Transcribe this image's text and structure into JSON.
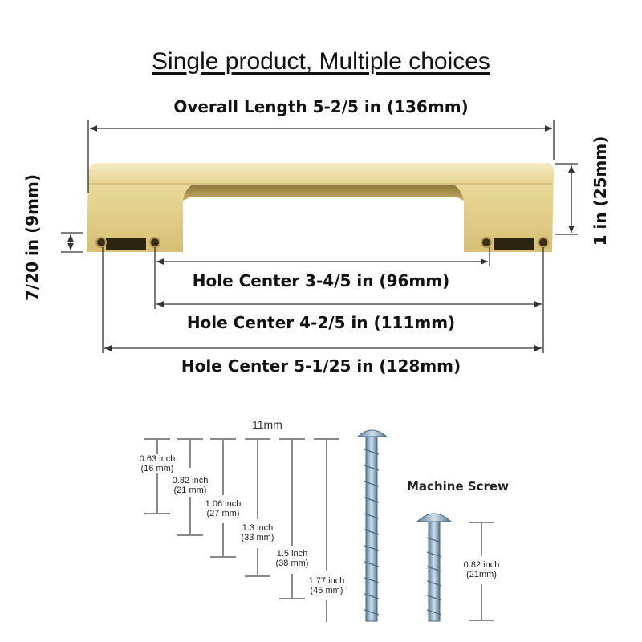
{
  "title": "Single product, Multiple choices",
  "dimensions": {
    "overall_length": "Overall Length 5-2/5 in (136mm)",
    "height": "1 in (25mm)",
    "leg_height": "7/20 in (9mm)",
    "hole_96": "Hole Center 3-4/5 in (96mm)",
    "hole_111": "Hole Center 4-2/5 in (111mm)",
    "hole_128": "Hole Center 5-1/25 in (128mm)"
  },
  "screws": {
    "width_label": "11mm",
    "lengths": [
      {
        "inch": "0.63 inch",
        "mm": "(16 mm)"
      },
      {
        "inch": "0.82 inch",
        "mm": "(21 mm)"
      },
      {
        "inch": "1.06 inch",
        "mm": "(27 mm)"
      },
      {
        "inch": "1.3 inch",
        "mm": "(33 mm)"
      },
      {
        "inch": "1.5 inch",
        "mm": "(38 mm)"
      },
      {
        "inch": "1.77 inch",
        "mm": "(45 mm)"
      }
    ],
    "machine_screw_label": "Machine Screw",
    "machine_screw_inch": "0.82 inch",
    "machine_screw_mm": "(21mm)"
  },
  "colors": {
    "gold": "#d8c27a",
    "gold_light": "#f1e3b0",
    "steel": "#7fa3c0"
  }
}
